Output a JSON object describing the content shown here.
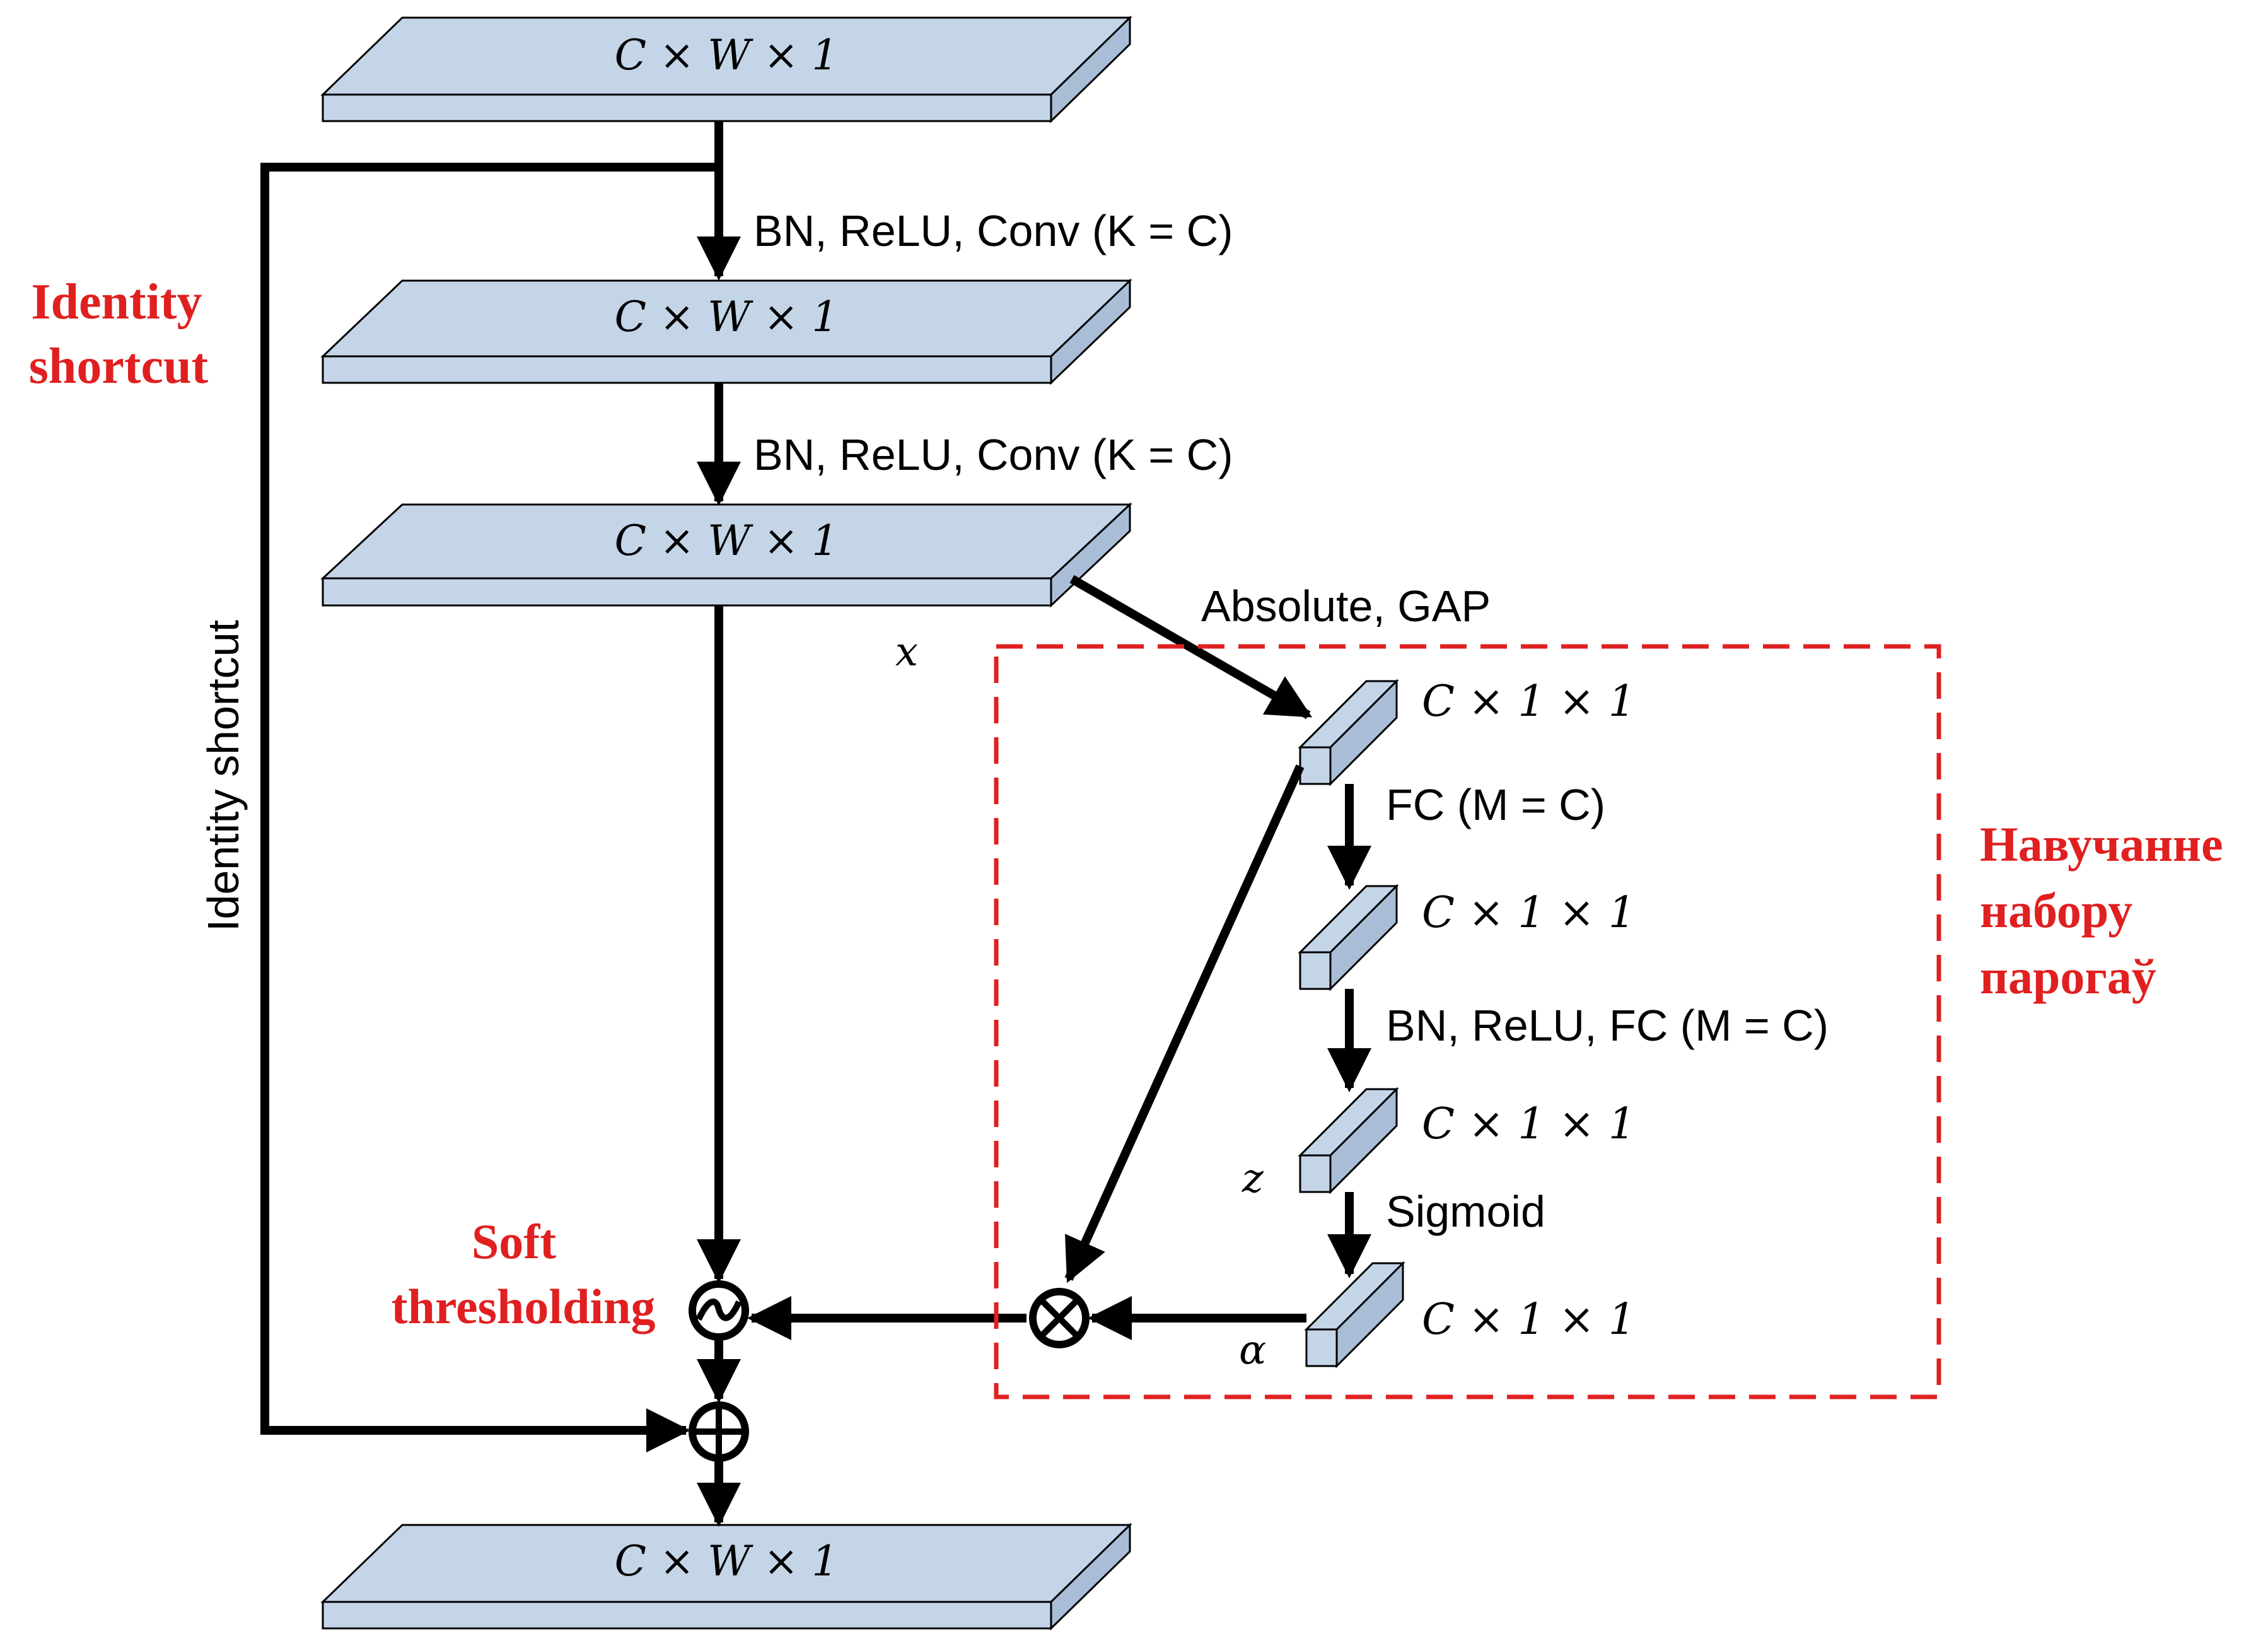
{
  "tensors": {
    "input": "C × W × 1",
    "conv1": "C × W × 1",
    "conv2": "C × W × 1",
    "gap": "C × 1 × 1",
    "fc1": "C × 1 × 1",
    "fc2": "C × 1 × 1",
    "alpha": "C × 1 × 1",
    "output": "C × W × 1"
  },
  "operations": {
    "conv_1": "BN, ReLU, Conv (K = C)",
    "conv_2": "BN, ReLU, Conv (K = C)",
    "absolute_gap": "Absolute, GAP",
    "fc": "FC (M = C)",
    "bn_relu_fc": "BN, ReLU, FC (M = C)",
    "sigmoid": "Sigmoid"
  },
  "variables": {
    "x": "x",
    "z": "z",
    "alpha": "α"
  },
  "labels": {
    "identity_shortcut_vertical": "Identity shortcut",
    "identity_shortcut_red_line1": "Identity",
    "identity_shortcut_red_line2": "shortcut",
    "soft_thresholding_line1": "Soft",
    "soft_thresholding_line2": "thresholding",
    "threshold_learning_line1": "Навучанне",
    "threshold_learning_line2": "набору",
    "threshold_learning_line3": "парогаў"
  },
  "colors": {
    "block_face": "#c5d5e8",
    "block_side": "#a9bed6",
    "stroke": "#000000",
    "accent_red": "#e02020"
  },
  "icons": {
    "soft_threshold_op": "circle-tilde-icon",
    "multiply_op": "circle-times-icon",
    "add_op": "circle-plus-icon"
  }
}
